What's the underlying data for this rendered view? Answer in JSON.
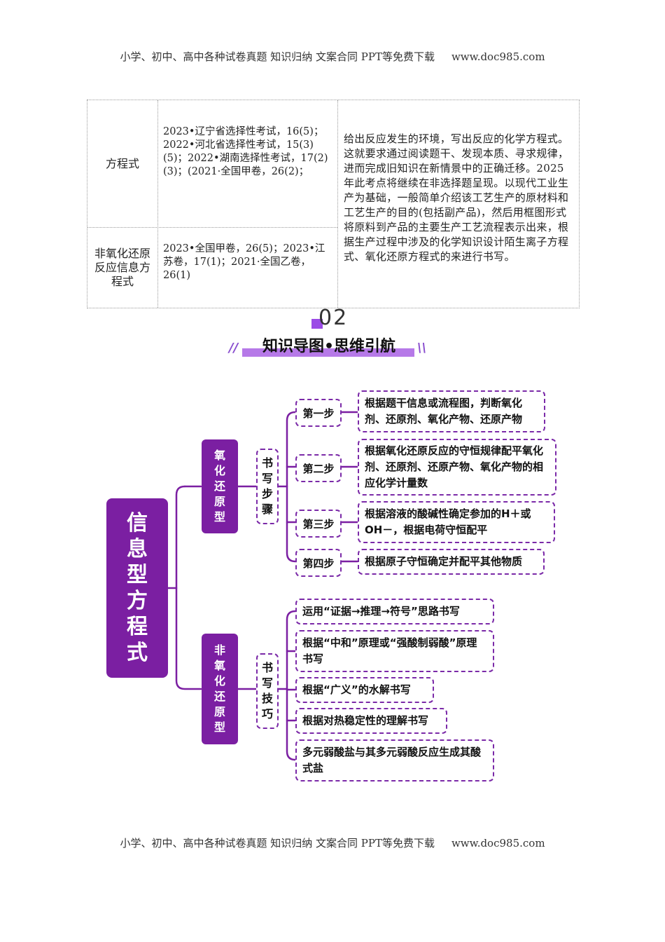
{
  "header": {
    "text": "小学、初中、高中各种试卷真题  知识归纳  文案合同  PPT等免费下载",
    "site": "www.doc985.com"
  },
  "footer": {
    "text": "小学、初中、高中各种试卷真题  知识归纳  文案合同  PPT等免费下载",
    "site": "www.doc985.com"
  },
  "table": {
    "rows": [
      {
        "label": "方程式",
        "refs": "2023•辽宁省选择性考试，16(5)；2022•河北省选择性考试，15(3)(5)；2022•湖南选择性考试，17(2)(3)；(2021·全国甲卷，26(2)；"
      },
      {
        "label": "非氧化还原反应信息方程式",
        "refs": "2023•全国甲卷，26(5)；2023•江苏卷，17(1)；2021·全国乙卷，26(1)"
      }
    ],
    "description": "给出反应发生的环境，写出反应的化学方程式。这就要求通过阅读题干、发现本质、寻求规律，进而完成旧知识在新情景中的正确迁移。2025年此考点将继续在非选择题呈现。以现代工业生产为基础，一般简单介绍该工艺生产的原材料和工艺生产的目的(包括副产品)，然后用框图形式将原料到产品的主要生产工艺流程表示出来，根据生产过程中涉及的化学知识设计陌生离子方程式、氧化还原方程式的来进行书写。"
  },
  "section": {
    "number": "02",
    "title": "知识导图•思维引航"
  },
  "mindmap": {
    "root": "信息型方程式",
    "branch1": {
      "label": "氧化还原型",
      "sub": "书写步骤",
      "steps": [
        {
          "name": "第一步",
          "text": "根据题干信息或流程图，判断氧化剂、还原剂、氧化产物、还原产物"
        },
        {
          "name": "第二步",
          "text": "根据氧化还原反应的守恒规律配平氧化剂、还原剂、还原产物、氧化产物的相应化学计量数"
        },
        {
          "name": "第三步",
          "text": "根据溶液的酸碱性确定参加的H＋或OH－，根据电荷守恒配平"
        },
        {
          "name": "第四步",
          "text": "根据原子守恒确定并配平其他物质"
        }
      ]
    },
    "branch2": {
      "label": "非氧化还原型",
      "sub": "书写技巧",
      "items": [
        "运用“证据→推理→符号”思路书写",
        "根据“中和”原理或“强酸制弱酸”原理书写",
        "根据“广义”的水解书写",
        "根据对热稳定性的理解书写",
        "多元弱酸盐与其多元弱酸反应生成其酸式盐"
      ]
    }
  }
}
